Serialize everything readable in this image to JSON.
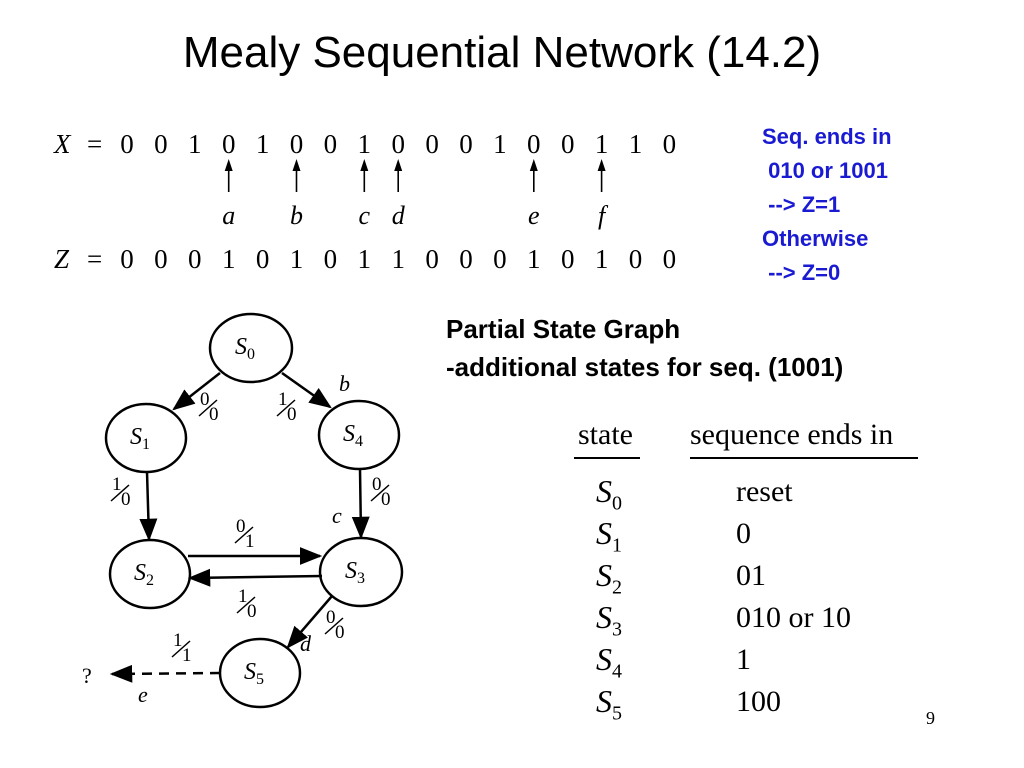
{
  "title": "Mealy Sequential Network (14.2)",
  "sequence": {
    "x_label": "X",
    "z_label": "Z",
    "equals": "=",
    "x_bits": [
      "0",
      "0",
      "1",
      "0",
      "1",
      "0",
      "0",
      "1",
      "0",
      "0",
      "0",
      "1",
      "0",
      "0",
      "1",
      "1",
      "0"
    ],
    "z_bits": [
      "0",
      "0",
      "0",
      "1",
      "0",
      "1",
      "0",
      "1",
      "1",
      "0",
      "0",
      "0",
      "1",
      "0",
      "1",
      "0",
      "0"
    ],
    "markers": [
      {
        "label": "a",
        "index": 3
      },
      {
        "label": "b",
        "index": 5
      },
      {
        "label": "c",
        "index": 7
      },
      {
        "label": "d",
        "index": 8
      },
      {
        "label": "e",
        "index": 12
      },
      {
        "label": "f",
        "index": 14
      }
    ]
  },
  "note": {
    "lines": [
      "Seq. ends in",
      " 010 or 1001",
      " --> Z=1",
      "Otherwise",
      " --> Z=0"
    ],
    "color": "#1a1ad2"
  },
  "graph_heading": {
    "line1": "Partial State Graph",
    "line2": "-additional states for seq. (1001)"
  },
  "state_graph": {
    "states": [
      {
        "id": "s0",
        "letter": "S",
        "sub": "0"
      },
      {
        "id": "s1",
        "letter": "S",
        "sub": "1"
      },
      {
        "id": "s4",
        "letter": "S",
        "sub": "4"
      },
      {
        "id": "s2",
        "letter": "S",
        "sub": "2"
      },
      {
        "id": "s3",
        "letter": "S",
        "sub": "3"
      },
      {
        "id": "s5",
        "letter": "S",
        "sub": "5"
      }
    ],
    "transitions": [
      {
        "id": "s0-s1",
        "input": "0",
        "output": "0",
        "mark": ""
      },
      {
        "id": "s0-s4",
        "input": "1",
        "output": "0",
        "mark": "b"
      },
      {
        "id": "s1-s2",
        "input": "1",
        "output": "0",
        "mark": ""
      },
      {
        "id": "s4-s3",
        "input": "0",
        "output": "0",
        "mark": "c"
      },
      {
        "id": "s2-s3",
        "input": "0",
        "output": "1",
        "mark": ""
      },
      {
        "id": "s3-s2",
        "input": "1",
        "output": "0",
        "mark": ""
      },
      {
        "id": "s3-s5",
        "input": "0",
        "output": "0",
        "mark": "d"
      },
      {
        "id": "s5-out",
        "input": "1",
        "output": "1",
        "mark": "e"
      }
    ],
    "unknown_target": "?"
  },
  "state_table": {
    "headers": [
      "state",
      "sequence ends in"
    ],
    "rows": [
      {
        "letter": "S",
        "sub": "0",
        "seq": "reset"
      },
      {
        "letter": "S",
        "sub": "1",
        "seq": "0"
      },
      {
        "letter": "S",
        "sub": "2",
        "seq": "01"
      },
      {
        "letter": "S",
        "sub": "3",
        "seq": "010 or 10"
      },
      {
        "letter": "S",
        "sub": "4",
        "seq": "1"
      },
      {
        "letter": "S",
        "sub": "5",
        "seq": "100"
      }
    ]
  },
  "page_number": "9"
}
